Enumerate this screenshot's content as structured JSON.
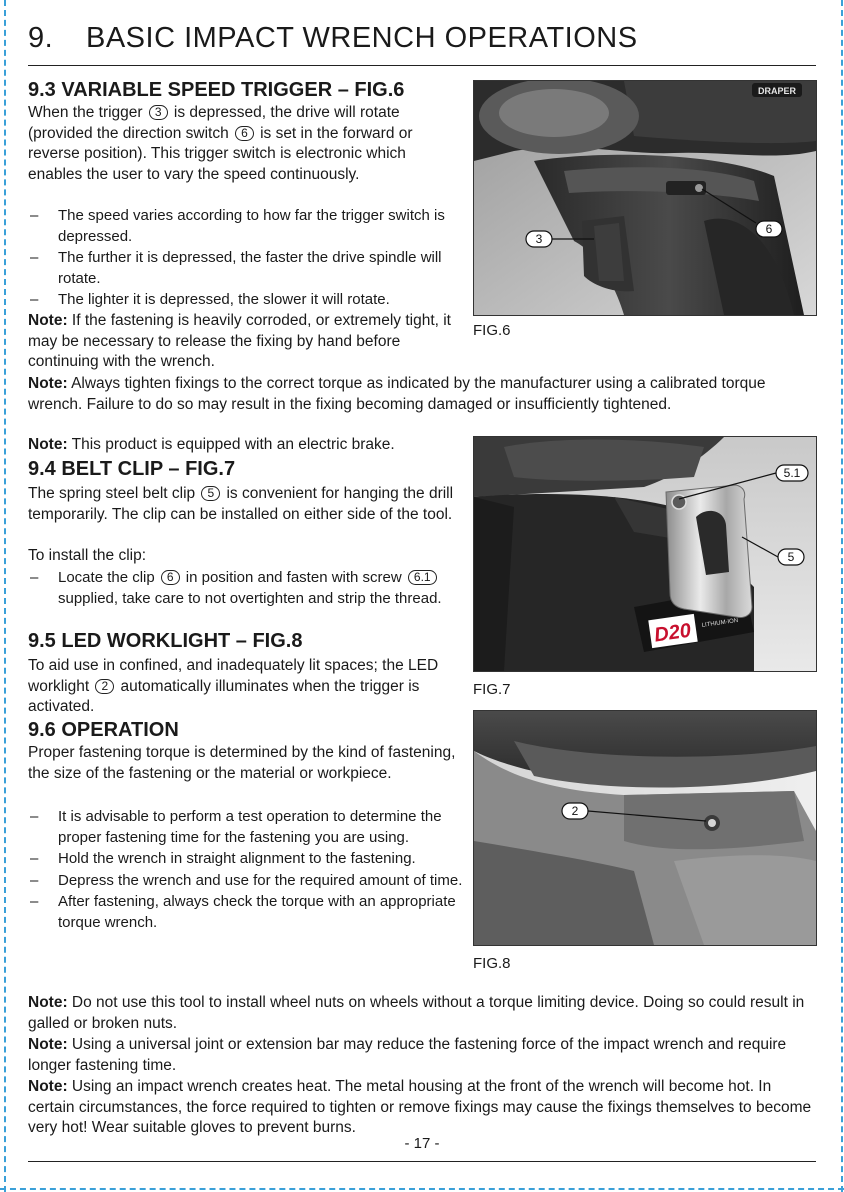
{
  "page": {
    "title_number": "9.",
    "title": "BASIC IMPACT WRENCH OPERATIONS",
    "page_number": "- 17 -"
  },
  "s93": {
    "heading": "9.3 VARIABLE SPEED TRIGGER – FIG.6",
    "p1_a": "When the trigger",
    "p1_ref1": "3",
    "p1_b": "is depressed, the drive will rotate (provided the direction switch",
    "p1_ref2": "6",
    "p1_c": "is set in the forward or reverse position). This trigger switch is electronic which enables the user to vary the speed continuously.",
    "bullets": [
      "The speed varies according to how far the trigger switch is depressed.",
      "The further it is depressed, the faster the drive spindle will rotate.",
      "The lighter it is depressed, the slower it will rotate."
    ],
    "note1_label": "Note:",
    "note1_text": "If the fastening is heavily corroded, or extremely tight, it may be necessary to release the fixing by hand before continuing with the wrench.",
    "note2_label": "Note:",
    "note2_text": "Always tighten fixings to the correct torque as indicated by the manufacturer using a calibrated torque wrench. Failure to do so may result in the fixing becoming damaged or insufficiently tightened.",
    "note3_label": "Note:",
    "note3_text": "This product is equipped with an electric brake."
  },
  "s94": {
    "heading": "9.4 BELT CLIP – FIG.7",
    "p1_a": "The spring steel belt clip",
    "p1_ref": "5",
    "p1_b": "is convenient for hanging the drill temporarily. The clip can be installed on either side of the tool.",
    "p2": "To install the clip:",
    "bullet_a": "Locate the clip",
    "bullet_ref1": "6",
    "bullet_b": "in position and fasten with screw",
    "bullet_ref2": "6.1",
    "bullet_c": "supplied, take care to not overtighten and strip the thread."
  },
  "s95": {
    "heading": "9.5 LED WORKLIGHT – FIG.8",
    "p1_a": "To aid use in confined, and inadequately lit spaces; the LED worklight",
    "p1_ref": "2",
    "p1_b": "automatically illuminates when the trigger is activated."
  },
  "s96": {
    "heading": "9.6 OPERATION",
    "p1": "Proper fastening torque is determined by the kind of fastening, the size of the fastening or the material or workpiece.",
    "bullets": [
      "It is advisable to perform a test operation to determine the proper fastening time for the fastening you are using.",
      "Hold the wrench in straight alignment to the fastening.",
      "Depress the wrench and use for the required amount of time.",
      "After fastening, always check the torque with an appropriate torque wrench."
    ],
    "note1_label": "Note:",
    "note1_text": "Do not use this tool to install wheel nuts on wheels without a torque limiting device. Doing so could result in galled or broken nuts.",
    "note2_label": "Note:",
    "note2_text": "Using a universal joint or extension bar may reduce the fastening force of the impact wrench and require longer fastening time.",
    "note3_label": "Note:",
    "note3_text": "Using an impact wrench creates heat. The metal housing at the front of the wrench will become hot. In certain circumstances, the force required to tighten or remove fixings may cause the fixings themselves to become very hot! Wear suitable gloves to prevent burns."
  },
  "fig6": {
    "caption": "FIG.6",
    "callout_trigger": "3",
    "callout_switch": "6",
    "brand": "DRAPER"
  },
  "fig7": {
    "caption": "FIG.7",
    "callout_screw": "5.1",
    "callout_clip": "5",
    "battery_mark": "D20",
    "battery_sub": "LITHIUM-ION"
  },
  "fig8": {
    "caption": "FIG.8",
    "callout_led": "2"
  }
}
